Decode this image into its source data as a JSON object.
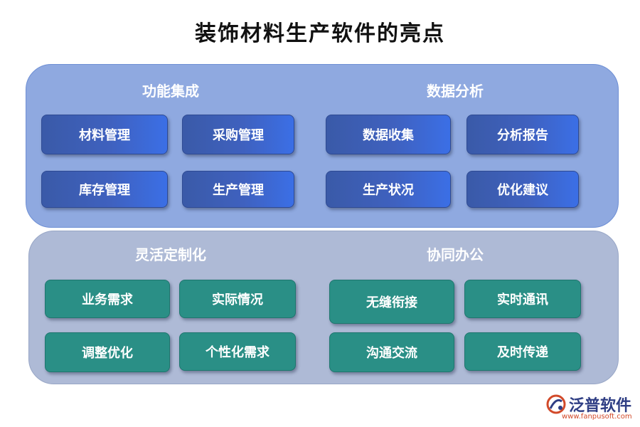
{
  "title": "装饰材料生产软件的亮点",
  "groups": {
    "function_integration": {
      "title": "功能集成",
      "items": [
        "材料管理",
        "采购管理",
        "库存管理",
        "生产管理"
      ]
    },
    "data_analysis": {
      "title": "数据分析",
      "items": [
        "数据收集",
        "分析报告",
        "生产状况",
        "优化建议"
      ]
    },
    "flexible_customization": {
      "title": "灵活定制化",
      "items": [
        "业务需求",
        "实际情况",
        "调整优化",
        "个性化需求"
      ]
    },
    "collaborative_office": {
      "title": "协同办公",
      "items": [
        "无缝衔接",
        "实时通讯",
        "沟通交流",
        "及时传递"
      ]
    }
  },
  "logo": {
    "name": "泛普软件",
    "url": "www.fanpusoft.com",
    "icon": "fanpu-logo-icon"
  },
  "colors": {
    "top_panel": "#8fa9e0",
    "bottom_panel": "#aebad6",
    "blue_button": "#3f61bf",
    "teal_button": "#2a8f86"
  }
}
